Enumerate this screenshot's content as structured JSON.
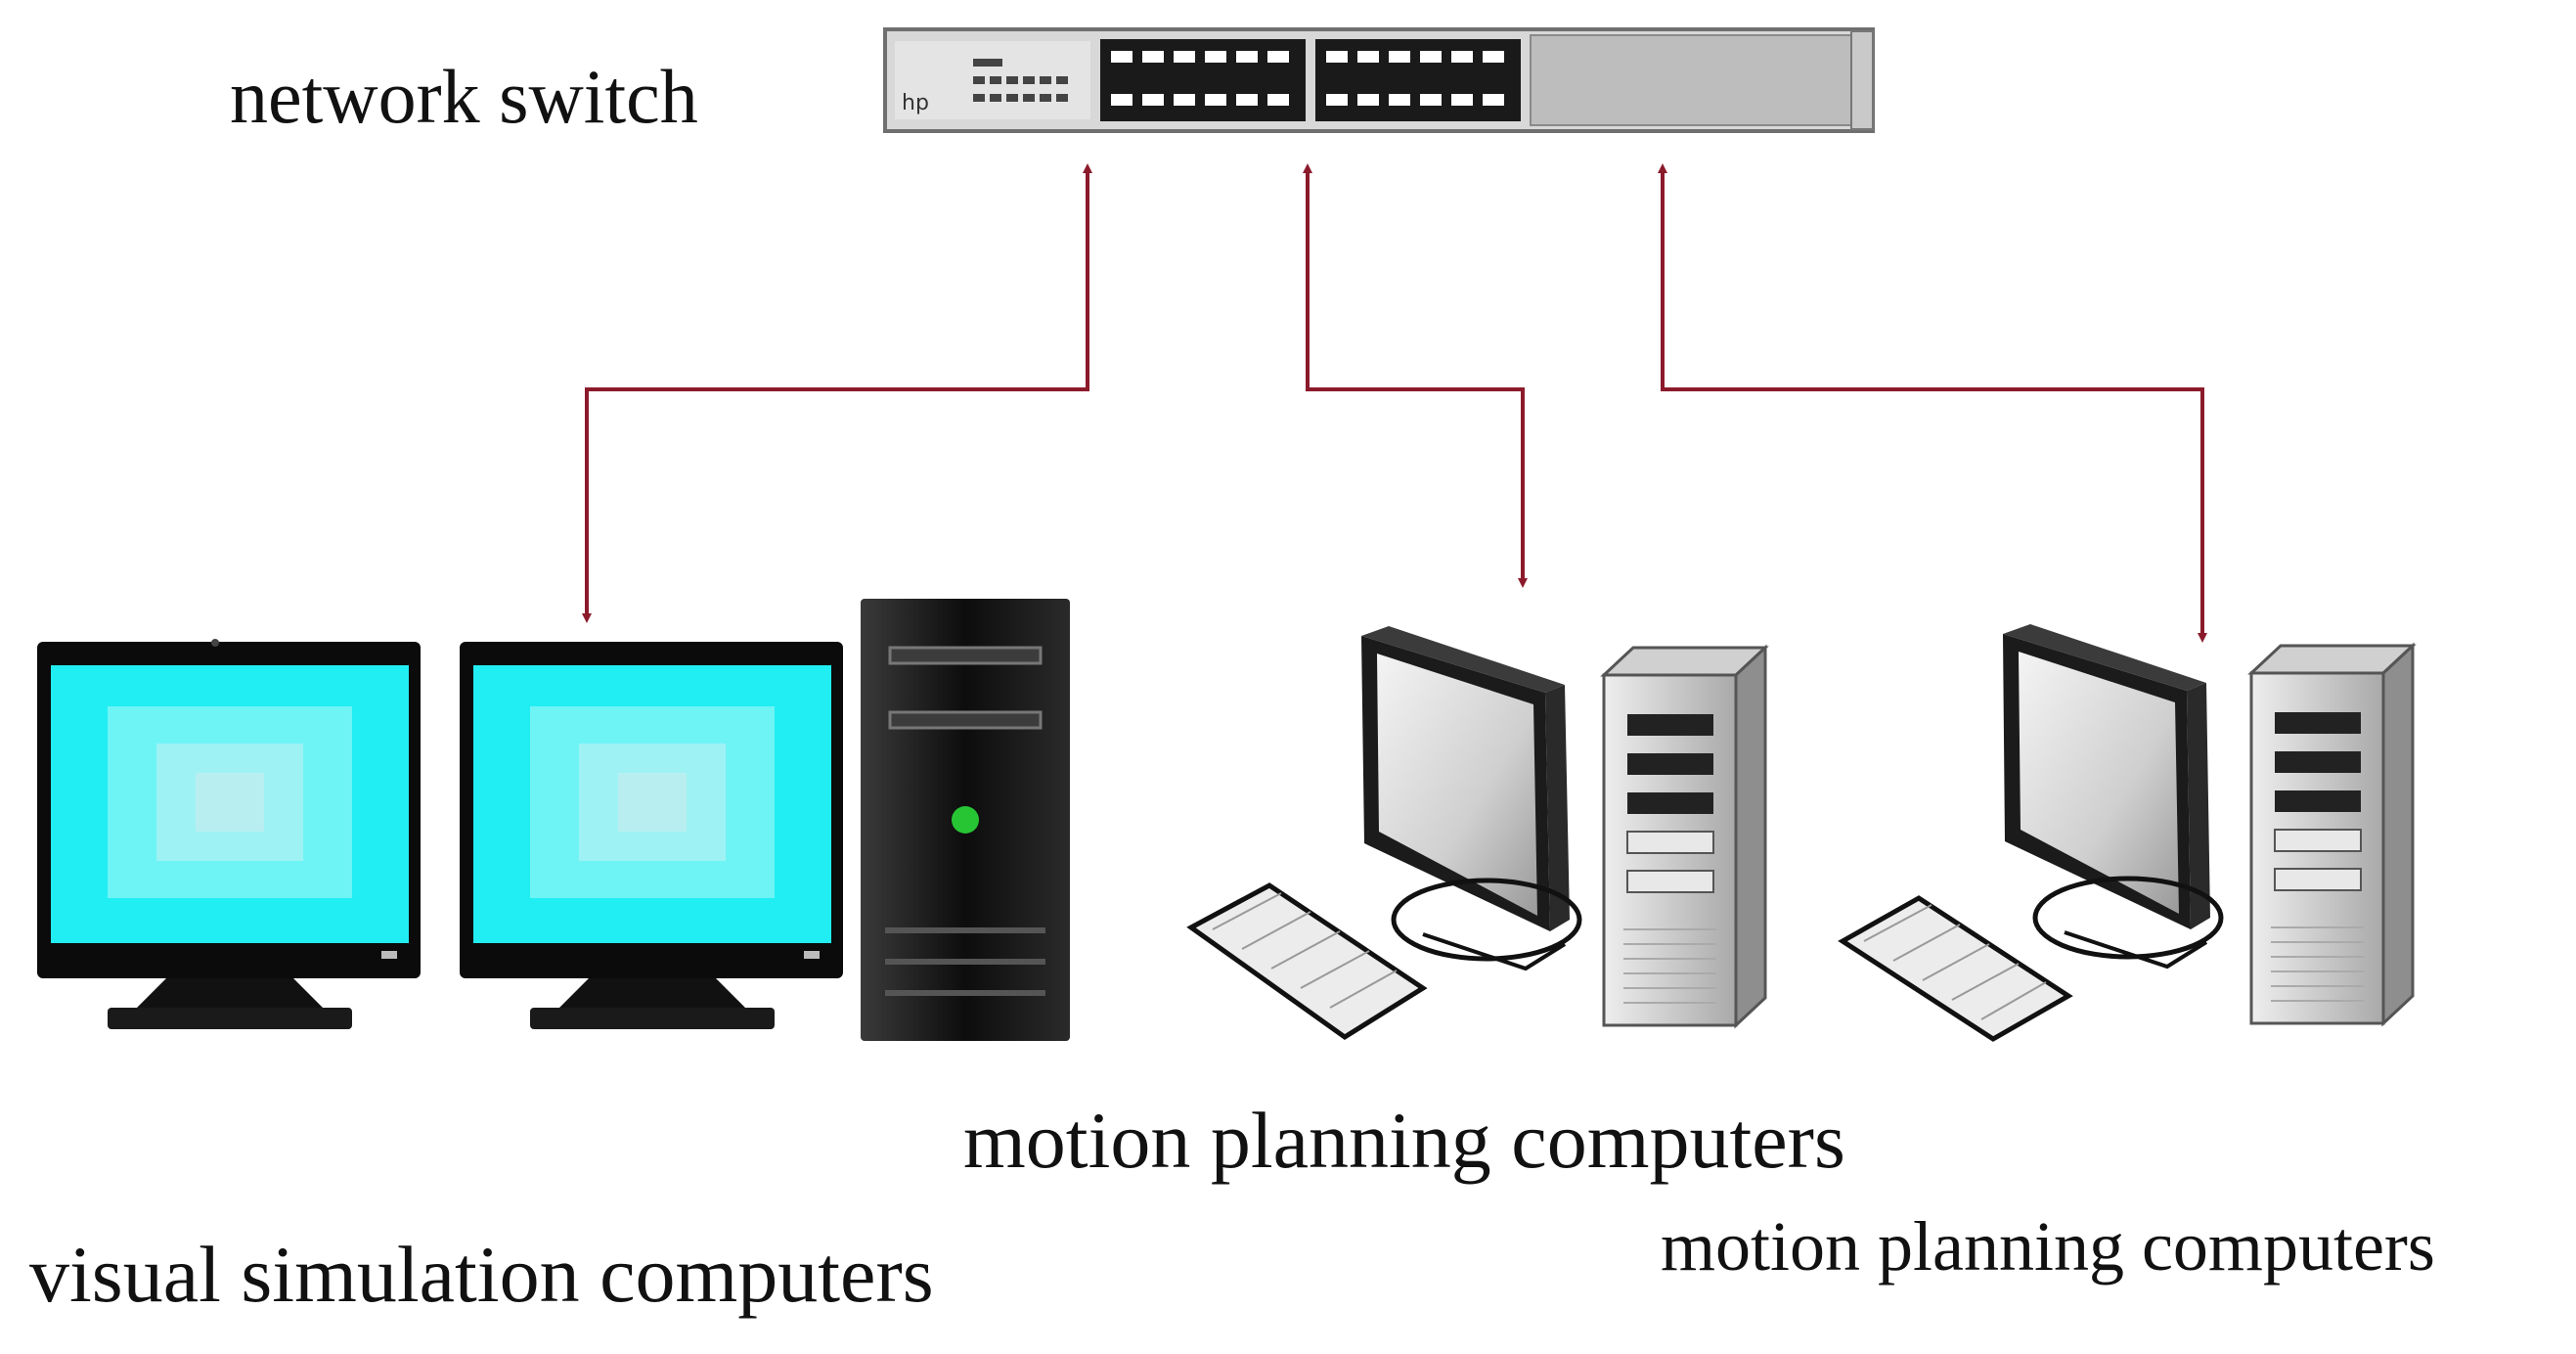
{
  "labels": {
    "network_switch": "network switch",
    "motion_planning_1": "motion planning computers",
    "visual_simulation": "visual simulation computers",
    "motion_planning_2": "motion planning computers"
  },
  "colors": {
    "connection": "#8b1a2b",
    "screen_cyan": "#21eef2",
    "screen_inner": "#6ff4f6",
    "screen_center": "#b9eef0",
    "tower_black": "#141414",
    "power_led": "#27c434",
    "switch_body": "#d8d8d8",
    "port_block": "#1a1a1a"
  },
  "icons": [
    "network-switch-icon",
    "monitor-icon",
    "tower-pc-icon",
    "workstation-icon",
    "keyboard-icon",
    "server-tower-icon"
  ]
}
